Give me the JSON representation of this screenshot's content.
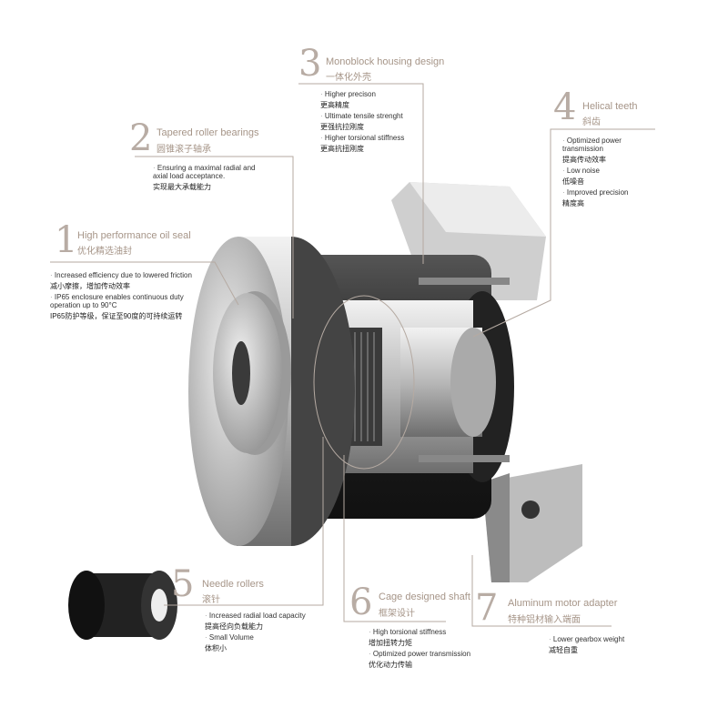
{
  "callouts": [
    {
      "number": "1",
      "title": "High performance oil seal",
      "title_cn": "优化精选油封",
      "bullets": [
        {
          "en": "Increased efficiency due to lowered friction",
          "cn": "减小摩擦，增加传动效率"
        },
        {
          "en": "IP65 enclosure enables continuous duty operation up to 90°C",
          "cn": "IP65防护等级，保证至90度的可持续运转"
        }
      ]
    },
    {
      "number": "2",
      "title": "Tapered roller  bearings",
      "title_cn": "圆锥滚子轴承",
      "bullets": [
        {
          "en": "Ensuring a maximal radial and axial load acceptance.",
          "cn": "实现最大承载能力"
        }
      ]
    },
    {
      "number": "3",
      "title": "Monoblock housing design",
      "title_cn": "一体化外壳",
      "bullets": [
        {
          "en": "Higher precison",
          "cn": "更高精度"
        },
        {
          "en": "Ultimate tensile strenght",
          "cn": "更强抗拉刚度"
        },
        {
          "en": "Higher torsional  stiffness",
          "cn": "更高抗扭刚度"
        }
      ]
    },
    {
      "number": "4",
      "title": "Helical teeth",
      "title_cn": "斜齿",
      "bullets": [
        {
          "en": "Optimized power transmission",
          "cn": "提高传动效率"
        },
        {
          "en": "Low noise",
          "cn": "低噪音"
        },
        {
          "en": "Improved precision",
          "cn": "精度高"
        }
      ]
    },
    {
      "number": "5",
      "title": "Needle rollers",
      "title_cn": "滚针",
      "bullets": [
        {
          "en": "Increased radial load capacity",
          "cn": "提高径向负载能力"
        },
        {
          "en": "Small Volume",
          "cn": "体积小"
        }
      ]
    },
    {
      "number": "6",
      "title": "Cage designed shaft",
      "title_cn": "框架设计",
      "bullets": [
        {
          "en": "High torsional stiffness",
          "cn": "增加扭转力矩"
        },
        {
          "en": "Optimized power transmission",
          "cn": "优化动力传输"
        }
      ]
    },
    {
      "number": "7",
      "title": "Aluminum motor adapter",
      "title_cn": "特种铝材输入端面",
      "bullets": [
        {
          "en": "Lower gearbox weight",
          "cn": "减轻自重"
        }
      ]
    }
  ],
  "colors": {
    "accent": "#a69588",
    "line": "#b5aaa2"
  }
}
